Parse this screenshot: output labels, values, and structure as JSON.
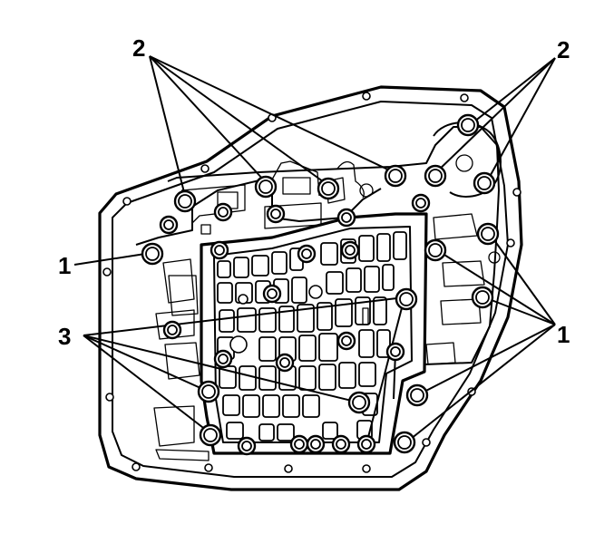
{
  "callouts": {
    "top_left": "2",
    "top_right": "2",
    "left_upper": "1",
    "left_lower": "3",
    "right_lower": "1"
  },
  "legend": {
    "bolt_type_1": "1",
    "bolt_type_2": "2",
    "bolt_type_3": "3"
  },
  "colors": {
    "ink": "#000000",
    "paper": "#ffffff"
  }
}
